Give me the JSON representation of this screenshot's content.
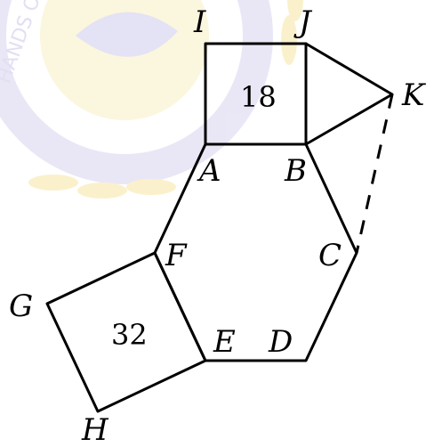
{
  "figure": {
    "vertex_labels": {
      "I": "I",
      "J": "J",
      "K": "K",
      "A": "A",
      "B": "B",
      "C": "C",
      "D": "D",
      "E": "E",
      "F": "F",
      "G": "G",
      "H": "H"
    },
    "area_labels": {
      "square_top": "18",
      "square_left": "32"
    },
    "watermark_text": "HANDS ONAL EDUCATION"
  },
  "colors": {
    "line": "#000000",
    "watermark_blue": "#c9c6ea",
    "watermark_gold": "#f7e7a4"
  }
}
